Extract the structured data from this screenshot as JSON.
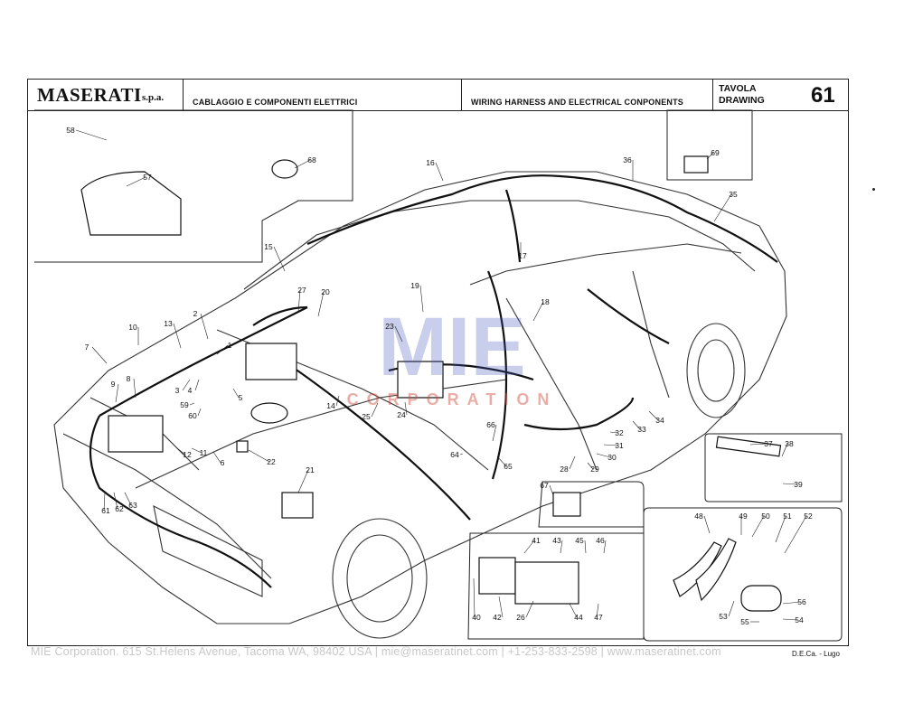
{
  "header": {
    "brand": "MASERATI",
    "brand_suffix": "s.p.a.",
    "title_it": "CABLAGGIO E COMPONENTI ELETTRICI",
    "title_en": "WIRING HARNESS AND ELECTRICAL CONPONENTS",
    "table_label_it": "TAVOLA",
    "table_label_en": "DRAWING",
    "table_number": "61"
  },
  "watermark": {
    "logo_text": "MIE",
    "sub_text": "CORPORATION"
  },
  "parts": [
    "1",
    "2",
    "3",
    "4",
    "5",
    "6",
    "7",
    "8",
    "9",
    "10",
    "11",
    "12",
    "13",
    "14",
    "15",
    "16",
    "17",
    "18",
    "19",
    "20",
    "21",
    "22",
    "23",
    "24",
    "25",
    "26",
    "27",
    "28",
    "29",
    "30",
    "31",
    "32",
    "33",
    "34",
    "35",
    "36",
    "37",
    "38",
    "39",
    "40",
    "41",
    "42",
    "43",
    "44",
    "45",
    "46",
    "47",
    "48",
    "49",
    "50",
    "51",
    "52",
    "53",
    "54",
    "55",
    "56",
    "57",
    "58",
    "59",
    "60",
    "61",
    "62",
    "63",
    "64",
    "65",
    "66",
    "67",
    "68",
    "69"
  ],
  "footer": {
    "contact": "MIE Corporation. 615 St.Helens Avenue, Tacoma WA, 98402 USA  |  mie@maseratinet.com  |  +1-253-833-2598  |  www.maseratinet.com",
    "credit": "D.E.Ca. - Lugo"
  }
}
